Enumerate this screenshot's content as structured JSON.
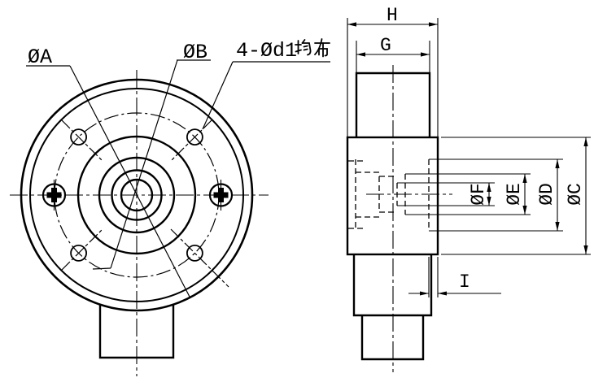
{
  "drawing": {
    "front_view": {
      "label_dia_a": "ØA",
      "label_dia_b": "ØB",
      "label_holes": "4-Ød1均布",
      "label_holes_latin": "4-Ød1"
    },
    "side_view": {
      "label_h": "H",
      "label_g": "G",
      "label_i": "I",
      "label_dia_c": "ØC",
      "label_dia_d": "ØD",
      "label_dia_e": "ØE",
      "label_dia_f": "ØF"
    },
    "colors": {
      "line": "#000000",
      "background": "#ffffff"
    }
  }
}
